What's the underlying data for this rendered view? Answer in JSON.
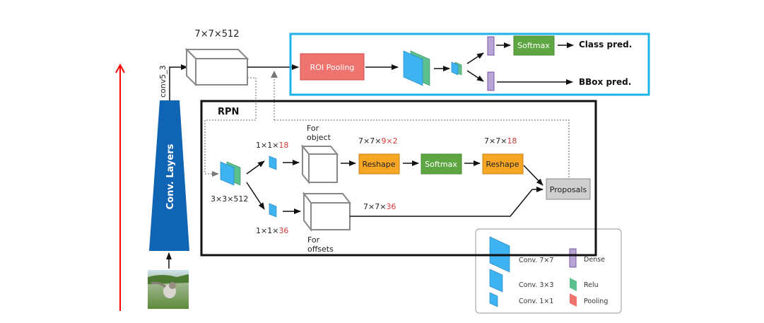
{
  "title_dims": "7×7×512",
  "conv_label": "conv5_3",
  "conv_layers_label": "Conv. Layers",
  "head": {
    "roi_pooling": "ROI Pooling",
    "softmax": "Softmax",
    "class_pred": "Class pred.",
    "bbox_pred": "BBox pred."
  },
  "rpn": {
    "title": "RPN",
    "conv3_dims": "3×3×512",
    "obj_dims_a": "1×1×",
    "obj_dims_b": "18",
    "off_dims_a": "1×1×",
    "off_dims_b": "36",
    "for_object_1": "For",
    "for_object_2": "object",
    "for_offsets_1": "For",
    "for_offsets_2": "offsets",
    "reshape1_dims_a": "7×7×",
    "reshape1_dims_b": "9×2",
    "reshape2_dims_a": "7×7×",
    "reshape2_dims_b": "18",
    "offsets_dims_a": "7×7×",
    "offsets_dims_b": "36",
    "reshape": "Reshape",
    "softmax": "Softmax",
    "proposals": "Proposals"
  },
  "legend": {
    "conv7": "Conv. 7×7",
    "conv3": "Conv. 3×3",
    "conv1": "Conv. 1×1",
    "dense": "Dense",
    "relu": "Relu",
    "pooling": "Pooling"
  },
  "colors": {
    "conv_blue": "#3db3f2",
    "relu_green": "#5cbf8e",
    "pool_red": "#ef7470",
    "dense_purple": "#b9a4d6",
    "softmax_green": "#5ea642",
    "reshape_orange": "#f6a623",
    "proposals_gray": "#cfcfcf",
    "conv_layers_blue": "#0f64b4",
    "head_border": "#1fb3e8",
    "arrow_red": "#ff0000"
  }
}
